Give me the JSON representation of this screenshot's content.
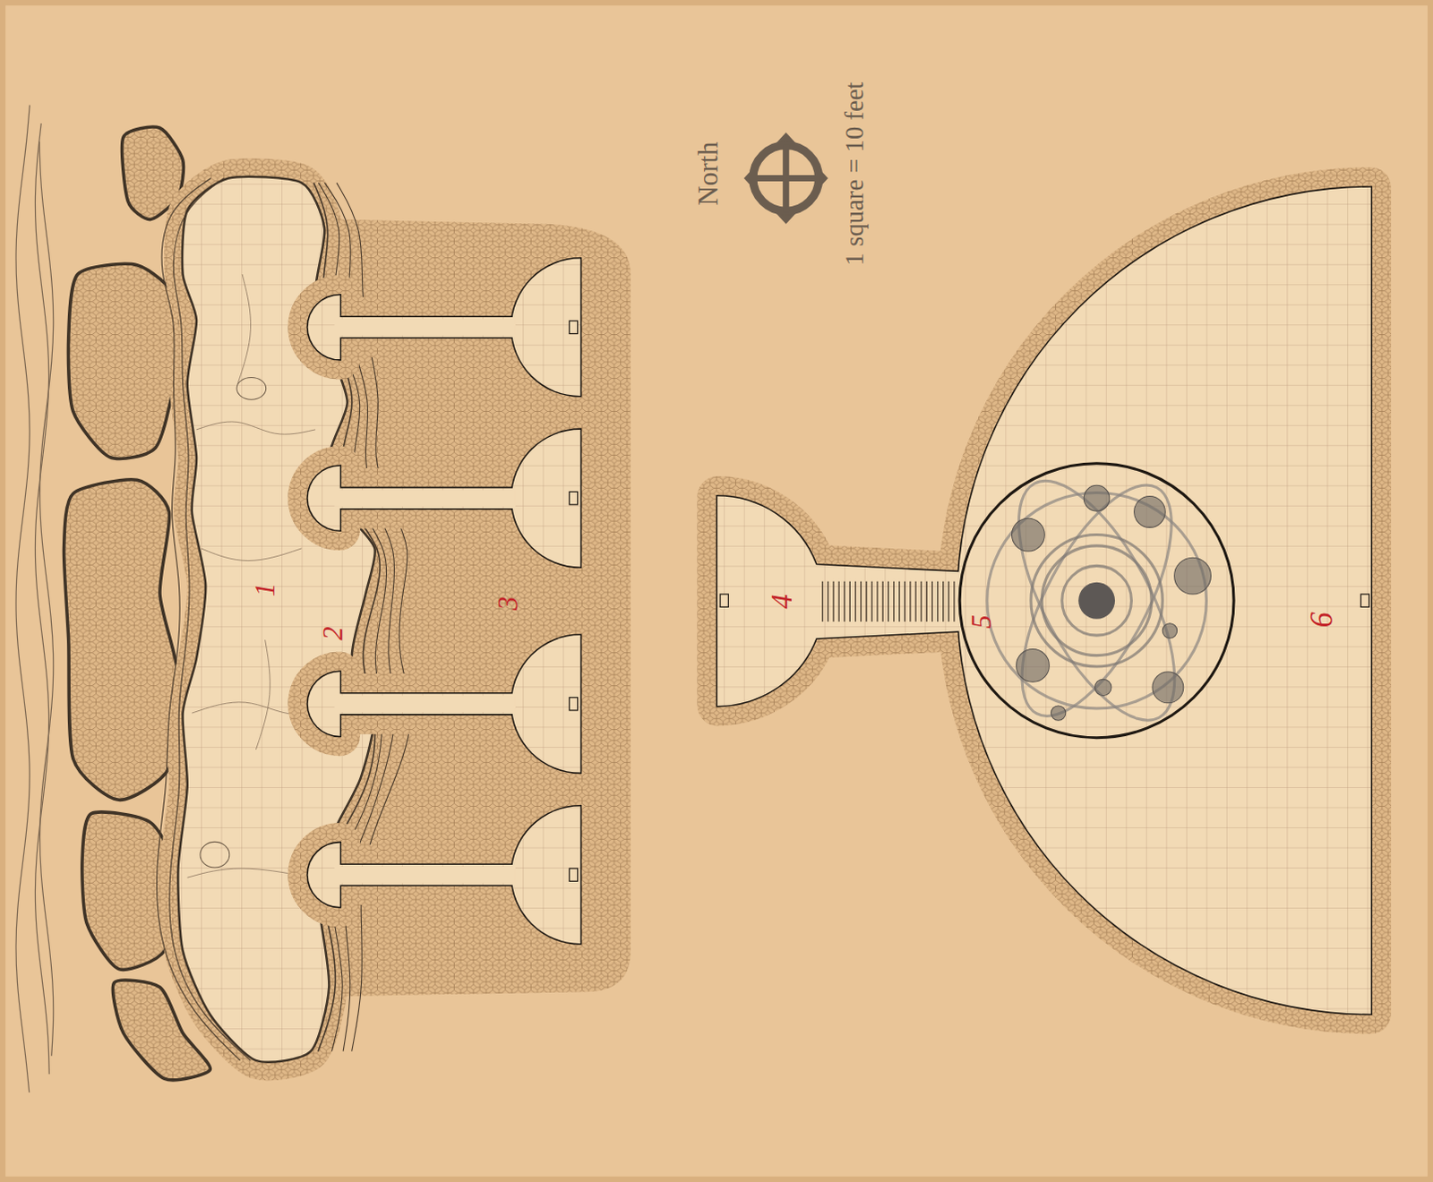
{
  "diagram": {
    "labels": [
      "1",
      "2",
      "3",
      "4",
      "5",
      "6",
      "North",
      "1 square = 10 feet"
    ]
  }
}
